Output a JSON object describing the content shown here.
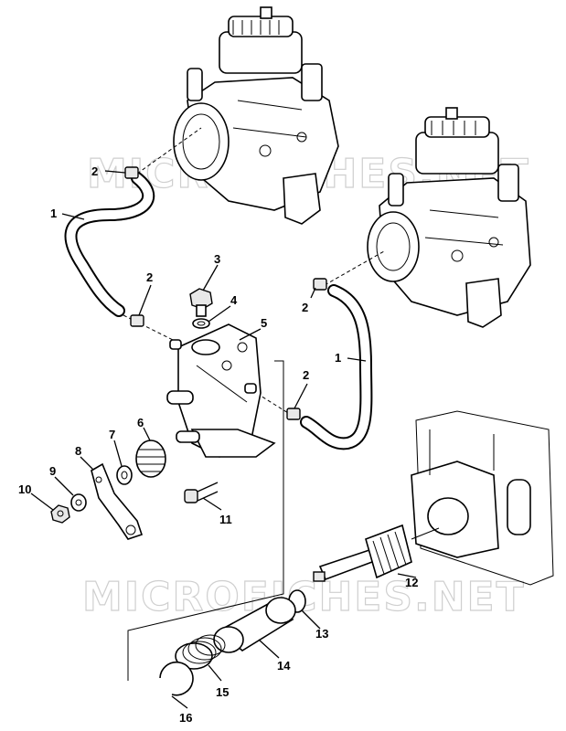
{
  "diagram": {
    "watermarks": [
      "MICROFICHES.NET",
      "MICROFICHES.NET"
    ],
    "callouts": [
      {
        "id": "c1a",
        "label": "1"
      },
      {
        "id": "c1b",
        "label": "1"
      },
      {
        "id": "c2a",
        "label": "2"
      },
      {
        "id": "c2b",
        "label": "2"
      },
      {
        "id": "c2c",
        "label": "2"
      },
      {
        "id": "c2d",
        "label": "2"
      },
      {
        "id": "c3",
        "label": "3"
      },
      {
        "id": "c4",
        "label": "4"
      },
      {
        "id": "c5",
        "label": "5"
      },
      {
        "id": "c6",
        "label": "6"
      },
      {
        "id": "c7",
        "label": "7"
      },
      {
        "id": "c8",
        "label": "8"
      },
      {
        "id": "c9",
        "label": "9"
      },
      {
        "id": "c10",
        "label": "10"
      },
      {
        "id": "c11",
        "label": "11"
      },
      {
        "id": "c12",
        "label": "12"
      },
      {
        "id": "c13",
        "label": "13"
      },
      {
        "id": "c14",
        "label": "14"
      },
      {
        "id": "c15",
        "label": "15"
      },
      {
        "id": "c16",
        "label": "16"
      }
    ]
  }
}
